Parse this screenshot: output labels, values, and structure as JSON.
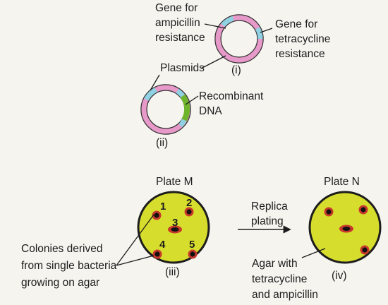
{
  "labels": {
    "gene_amp": [
      "Gene for",
      "ampicillin",
      "resistance"
    ],
    "gene_tet": [
      "Gene for",
      "tetracycline",
      "resistance"
    ],
    "plasmids": "Plasmids",
    "fig_i": "(i)",
    "recombinant": [
      "Recombinant",
      "DNA"
    ],
    "fig_ii": "(ii)",
    "plate_m": "Plate M",
    "plate_n": "Plate N",
    "replica": [
      "Replica",
      "plating"
    ],
    "colonies": [
      "Colonies derived",
      "from single bacteria",
      "growing on agar"
    ],
    "fig_iii": "(iii)",
    "agar": [
      "Agar with",
      "tetracycline",
      "and ampicillin"
    ],
    "fig_iv": "(iv)",
    "colony_numbers": [
      "1",
      "2",
      "3",
      "4",
      "5"
    ]
  },
  "colors": {
    "plasmid_pink": "#e79ac9",
    "gene_blue": "#8fd2e3",
    "recombinant_green": "#6fb52c",
    "agar_yellow": "#d7dd2c",
    "colony_red": "#c8392b",
    "colony_core": "#111111"
  }
}
